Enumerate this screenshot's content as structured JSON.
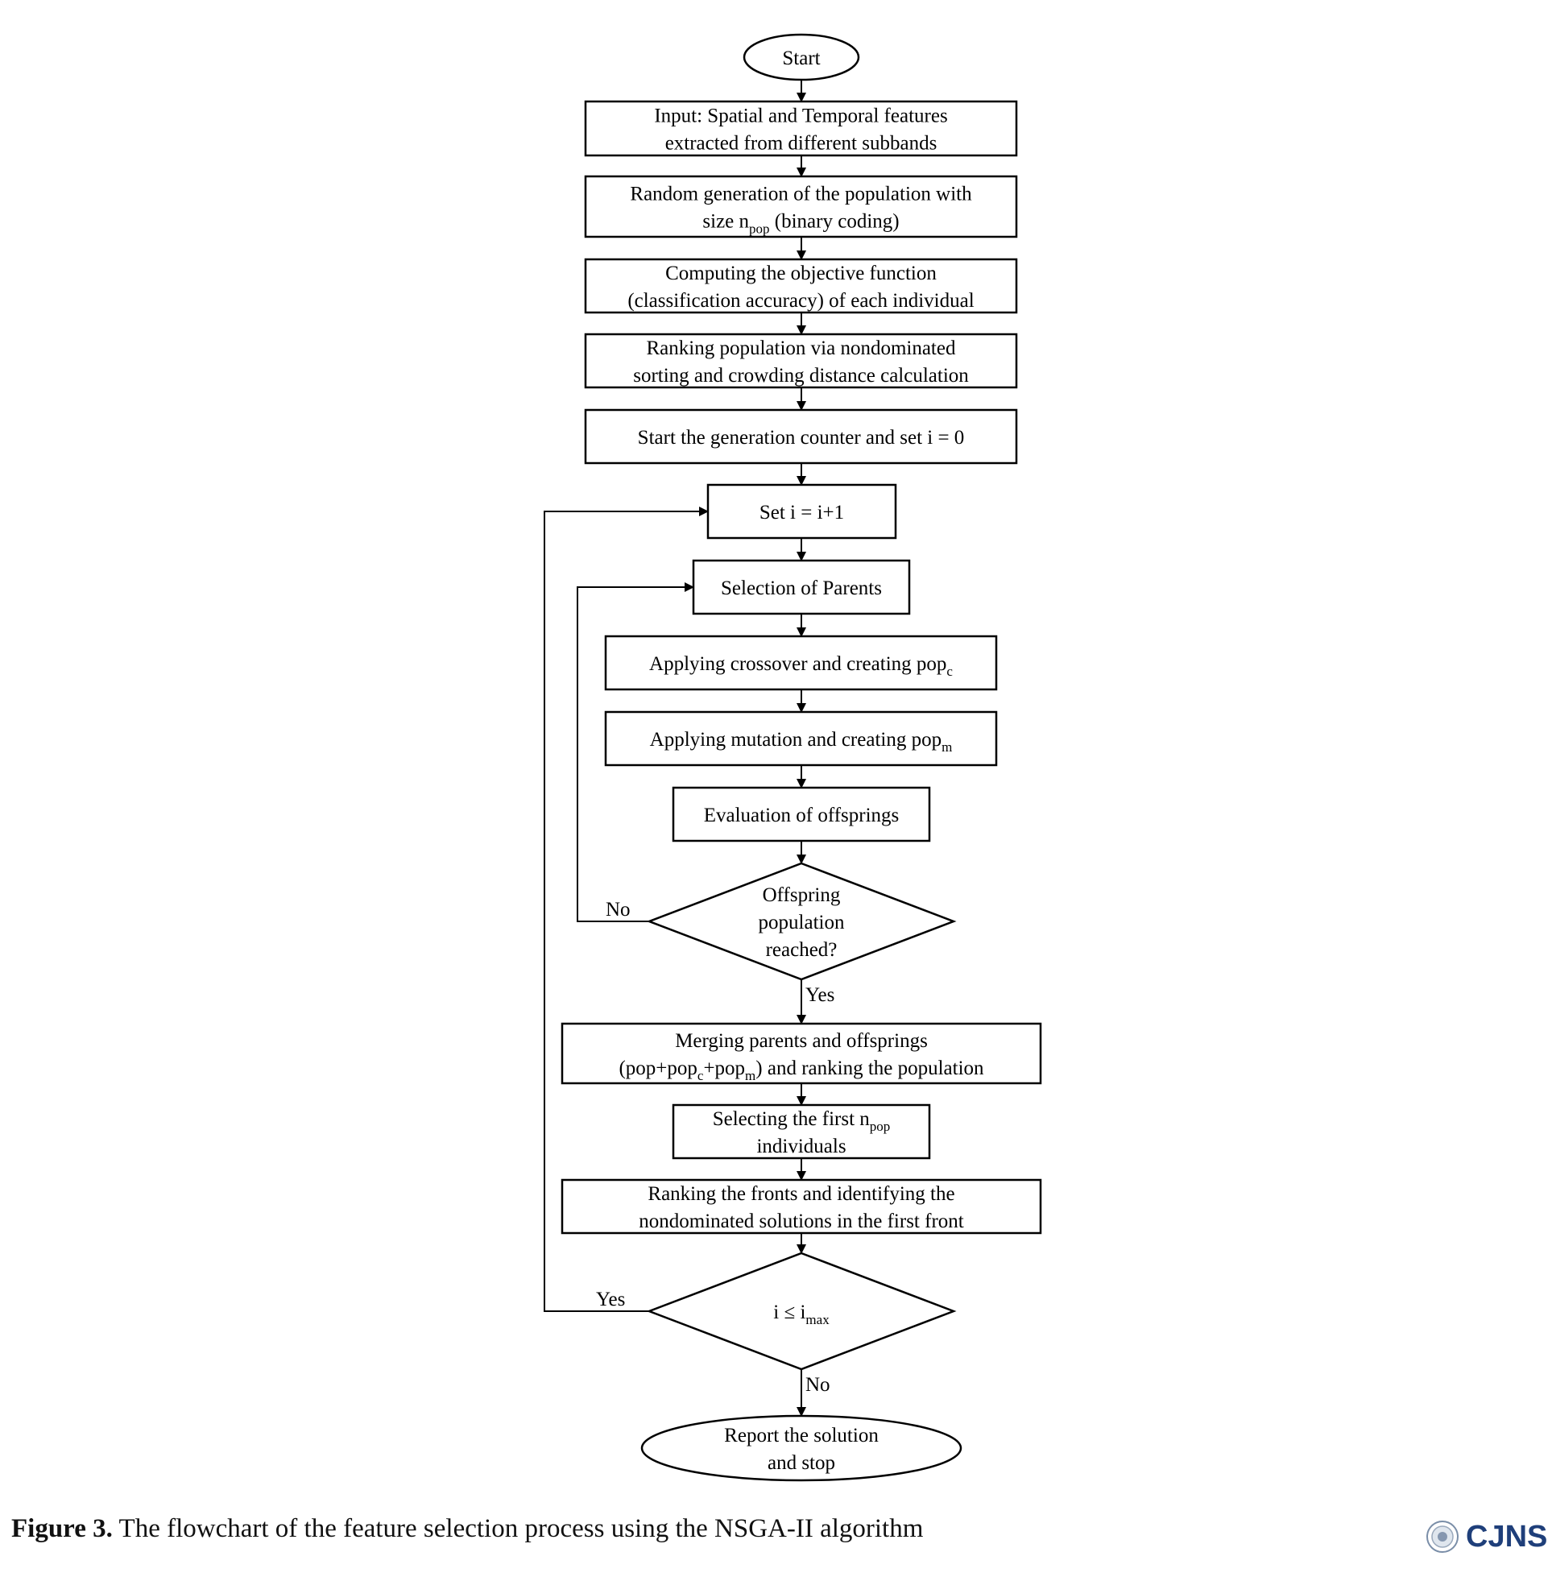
{
  "nodes": {
    "start": [
      "Start"
    ],
    "input": [
      "Input: Spatial and Temporal features",
      "extracted from different subbands"
    ],
    "random": [
      "Random generation of the population with",
      "size n{pop} (binary coding)"
    ],
    "objective": [
      "Computing the objective function",
      "(classification accuracy) of each individual"
    ],
    "ranking": [
      "Ranking population via nondominated",
      "sorting and crowding distance calculation"
    ],
    "counter": [
      "Start the generation counter and set i = 0"
    ],
    "increment": [
      "Set i = i+1"
    ],
    "parents": [
      "Selection of Parents"
    ],
    "crossover": [
      "Applying crossover and creating pop{c}"
    ],
    "mutation": [
      "Applying mutation and creating pop{m}"
    ],
    "evaluation": [
      "Evaluation of offsprings"
    ],
    "offspring_check": [
      "Offspring",
      "population",
      "reached?"
    ],
    "merging": [
      "Merging parents and offsprings",
      "(pop+pop{c}+pop{m}) and ranking the population"
    ],
    "selecting": [
      "Selecting the first n{pop}",
      "individuals"
    ],
    "fronts": [
      "Ranking the fronts and identifying the",
      "nondominated solutions in the first front"
    ],
    "loop_check": [
      "i ≤ i{max}"
    ],
    "report": [
      "Report the solution",
      "and stop"
    ]
  },
  "edge_labels": {
    "offspring_no": "No",
    "offspring_yes": "Yes",
    "loop_yes": "Yes",
    "loop_no": "No"
  },
  "caption": {
    "label": "Figure 3.",
    "text": " The flowchart of the feature selection process using the NSGA-II algorithm"
  },
  "logo": {
    "text": "CJNS"
  }
}
